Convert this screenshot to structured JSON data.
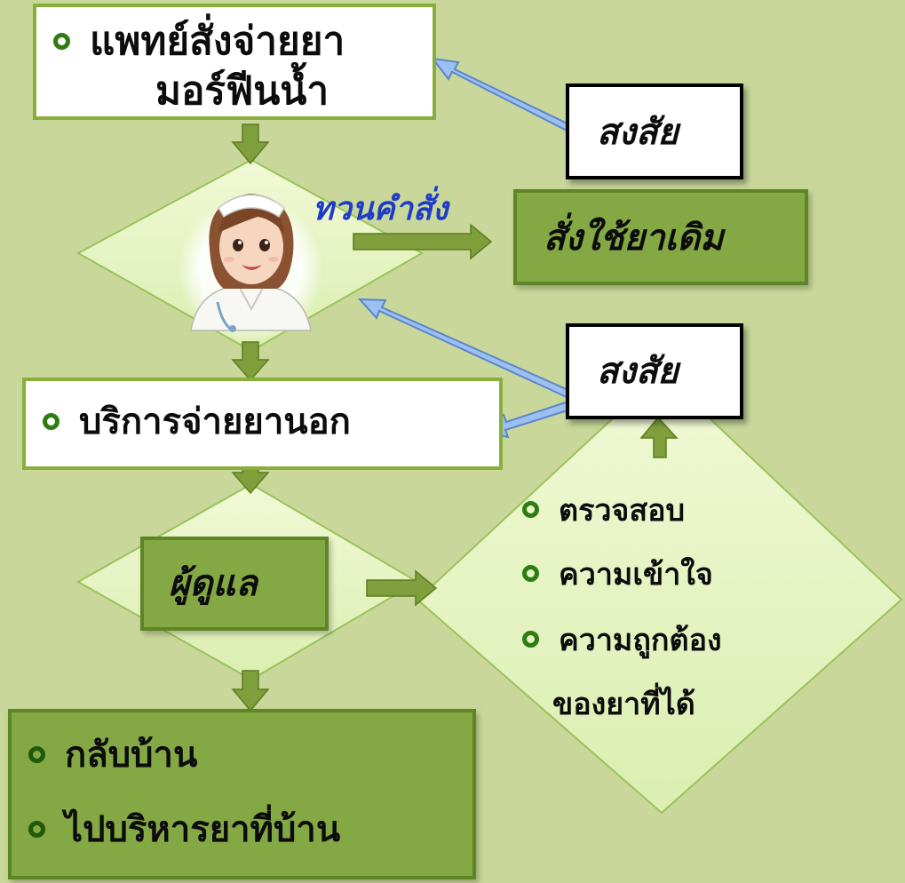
{
  "top_box": {
    "line1": "แพทย์สั่งจ่ายยา",
    "line2": "มอร์ฟีนน้ำ"
  },
  "doubt_label": "สงสัย",
  "review_label": "ทวนคำสั่ง",
  "reorder_label": "สั่งใช้ยาเดิม",
  "dispense_label": "บริการจ่ายยานอก",
  "caregiver_label": "ผู้ดูแล",
  "check_list": [
    "ตรวจสอบ",
    "ความเข้าใจ",
    "ความถูกต้อง",
    "ของยาที่ได้"
  ],
  "home_list": [
    "กลับบ้าน",
    "ไปบริหารยาที่บ้าน"
  ],
  "colors": {
    "background": "#c9d89a",
    "box_border": "#8aae3c",
    "dark_green_box": "#84a843",
    "diamond_fill": "#e6f3c1",
    "arrow_green": "#7f9f3c",
    "arrow_blue": "#9cc0f2",
    "bullet": "#2f7d12",
    "review_text": "#1f3cc7"
  },
  "icons": [
    "nurse-avatar"
  ]
}
